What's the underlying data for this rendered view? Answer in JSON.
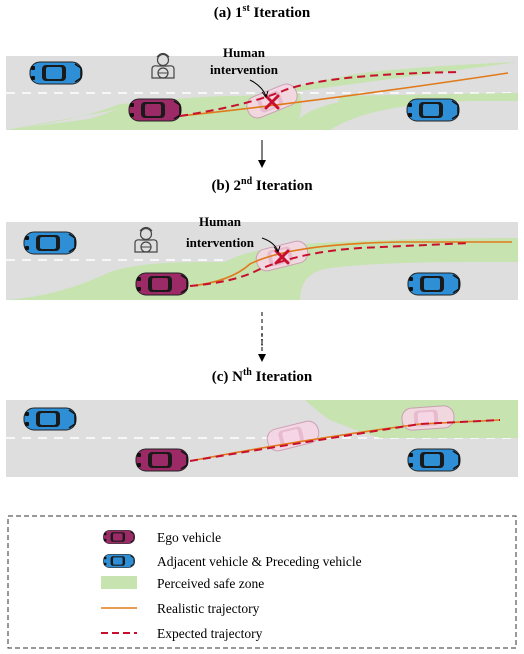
{
  "panels": [
    {
      "title_main": "(a) 1",
      "title_sup": "st",
      "title_rest": " Iteration",
      "annotation_line1": "Human",
      "annotation_line2": "intervention"
    },
    {
      "title_main": "(b) 2",
      "title_sup": "nd",
      "title_rest": " Iteration",
      "annotation_line1": "Human",
      "annotation_line2": "intervention"
    },
    {
      "title_main": "(c) N",
      "title_sup": "th",
      "title_rest": " Iteration"
    }
  ],
  "ellipsis": "⋮",
  "legend": [
    {
      "label": "Ego vehicle",
      "icon": "ego-car-icon"
    },
    {
      "label": "Adjacent vehicle & Preceding vehicle",
      "icon": "blue-car-icon"
    },
    {
      "label": "Perceived safe zone",
      "icon": "safe-zone-swatch"
    },
    {
      "label": "Realistic trajectory",
      "icon": "solid-orange-line"
    },
    {
      "label": "Expected trajectory",
      "icon": "dashed-red-line"
    }
  ],
  "colors": {
    "road": "#dedede",
    "safe_zone": "#c6e3b0",
    "ego": "#9b2a66",
    "other": "#2e8fd6",
    "realistic": "#e07a1a",
    "expected": "#c8102e",
    "ghost": "#f2c4d8"
  }
}
